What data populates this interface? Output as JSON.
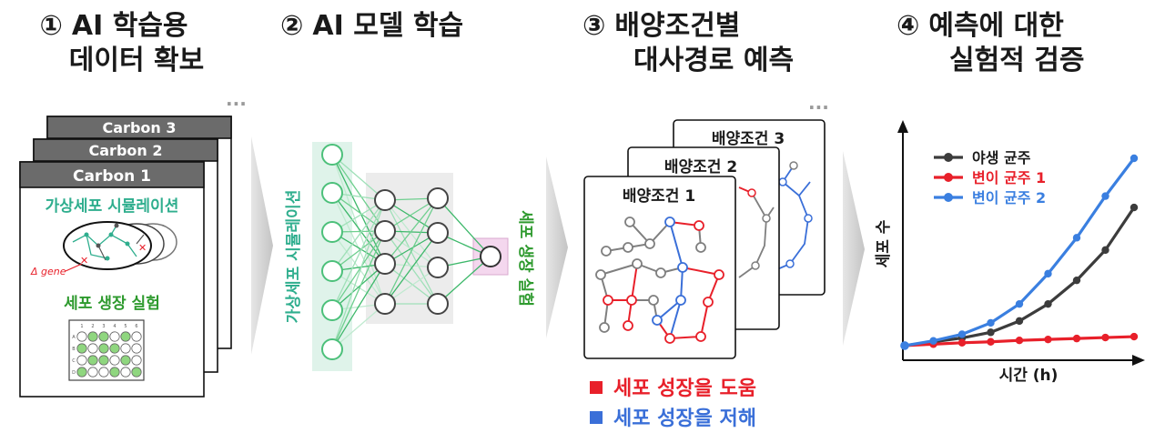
{
  "steps": [
    {
      "num": "①",
      "line1": "AI 학습용",
      "line2": "데이터 확보"
    },
    {
      "num": "②",
      "line1": "AI 모델 학습",
      "line2": ""
    },
    {
      "num": "③",
      "line1": "배양조건별",
      "line2": "대사경로 예측"
    },
    {
      "num": "④",
      "line1": "예측에 대한",
      "line2": "실험적 검증"
    }
  ],
  "panel1": {
    "sheets": [
      "Carbon 3",
      "Carbon 2",
      "Carbon 1"
    ],
    "simulation_label": "가상세포 시뮬레이션",
    "gene_label": "Δ gene",
    "experiment_label": "세포 생장 실험",
    "well_rows": [
      "A",
      "B",
      "C",
      "D"
    ],
    "well_cols": [
      "1",
      "2",
      "3",
      "4",
      "5",
      "6"
    ],
    "ellipsis": "..."
  },
  "panel2": {
    "input_label": "가상세포 시뮬레이션",
    "output_label": "세포 생장 실험"
  },
  "panel3": {
    "cards": [
      "배양조건 3",
      "배양조건 2",
      "배양조건 1"
    ],
    "ellipsis": "...",
    "legend": [
      {
        "label": "세포 성장을 도움",
        "color": "#e8202a"
      },
      {
        "label": "세포 성장을 저해",
        "color": "#3a6fd8"
      }
    ]
  },
  "panel4": {
    "ylabel": "세포 수",
    "xlabel": "시간 (h)"
  },
  "chart_data": {
    "type": "line",
    "xlabel": "시간 (h)",
    "ylabel": "세포 수",
    "x": [
      0,
      1,
      2,
      3,
      4,
      5,
      6,
      7,
      8
    ],
    "series": [
      {
        "name": "야생 균주",
        "color": "#3c3c3c",
        "values": [
          0.2,
          0.6,
          1.0,
          1.6,
          2.8,
          4.6,
          7.1,
          10.3,
          14.8
        ]
      },
      {
        "name": "변이 균주 1",
        "color": "#e8202a",
        "values": [
          0.2,
          0.35,
          0.5,
          0.6,
          0.75,
          0.85,
          0.95,
          1.05,
          1.15
        ]
      },
      {
        "name": "변이 균주 2",
        "color": "#3a7fe0",
        "values": [
          0.2,
          0.7,
          1.4,
          2.6,
          4.6,
          7.8,
          11.6,
          16.0,
          20.0
        ]
      }
    ],
    "grid": false,
    "legend": "top-left"
  },
  "colors": {
    "title": "#1a1a1a",
    "sim_green": "#2fae8e",
    "exp_green": "#2e9a2e",
    "red": "#e8202a",
    "blue": "#3a6fd8",
    "gray_node": "#7f7f7f"
  }
}
